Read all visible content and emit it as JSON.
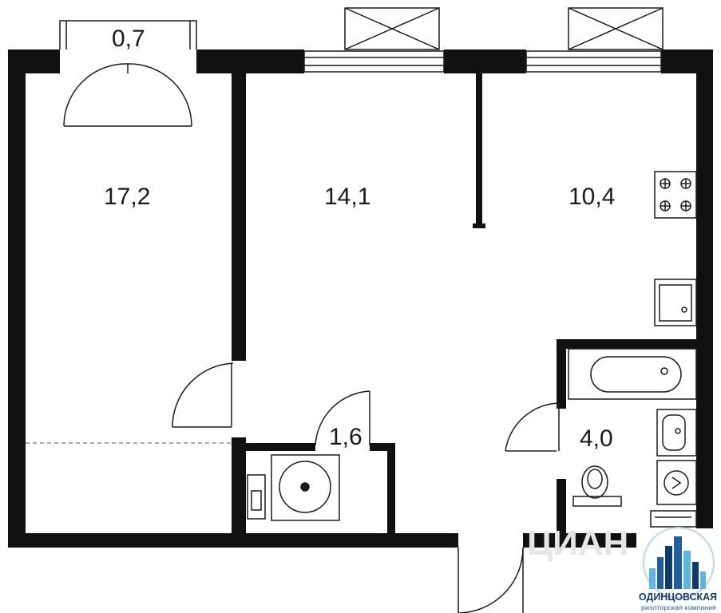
{
  "rooms": {
    "balcony": {
      "area": "0,7"
    },
    "bedroom": {
      "area": "17,2"
    },
    "living": {
      "area": "14,1"
    },
    "kitchen": {
      "area": "10,4"
    },
    "closet": {
      "area": "1,6"
    },
    "bathroom": {
      "area": "4,0"
    }
  },
  "watermark": {
    "text": "ЦИАН"
  },
  "logo": {
    "name": "ОДИНЦОВСКАЯ",
    "subtitle": "риэлторская компания",
    "colors": {
      "primary": "#0d3b6e",
      "accent": "#5fb4e6"
    }
  },
  "colors": {
    "wall": "#111111",
    "background": "#ffffff",
    "fixture": "#1a1a1a"
  }
}
